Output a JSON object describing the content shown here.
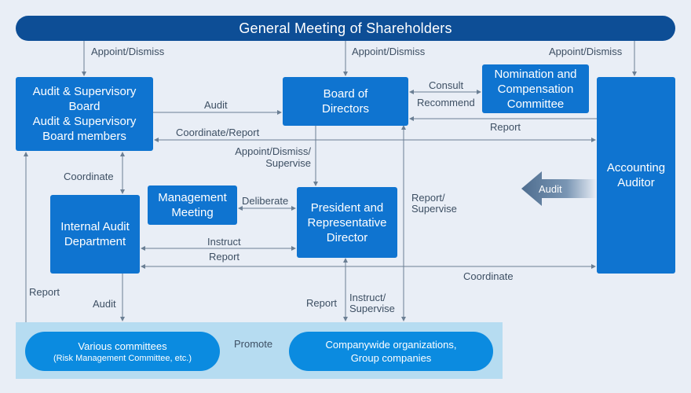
{
  "banner": {
    "title": "General Meeting of Shareholders"
  },
  "boxes": {
    "audit_board": {
      "line1": "Audit & Supervisory",
      "line2": "Board",
      "line3": "Audit & Supervisory",
      "line4": "Board members"
    },
    "board_directors": {
      "line1": "Board of",
      "line2": "Directors"
    },
    "nomination": {
      "line1": "Nomination and",
      "line2": "Compensation",
      "line3": "Committee"
    },
    "accounting_auditor": {
      "line1": "Accounting",
      "line2": "Auditor"
    },
    "internal_audit": {
      "line1": "Internal Audit",
      "line2": "Department"
    },
    "management_meeting": {
      "line1": "Management",
      "line2": "Meeting"
    },
    "president": {
      "line1": "President and",
      "line2": "Representative",
      "line3": "Director"
    }
  },
  "pills": {
    "committees": {
      "line1": "Various committees",
      "line2": "(Risk Management Committee, etc.)"
    },
    "companywide": {
      "line1": "Companywide organizations,",
      "line2": "Group companies"
    }
  },
  "labels": {
    "appoint_dismiss_1": "Appoint/Dismiss",
    "appoint_dismiss_2": "Appoint/Dismiss",
    "appoint_dismiss_3": "Appoint/Dismiss",
    "audit_top": "Audit",
    "consult": "Consult",
    "recommend": "Recommend",
    "report_right": "Report",
    "coordinate_report": "Coordinate/Report",
    "appoint_supervise_1": "Appoint/Dismiss/",
    "appoint_supervise_2": "Supervise",
    "coordinate_left": "Coordinate",
    "deliberate": "Deliberate",
    "report_supervise_1": "Report/",
    "report_supervise_2": "Supervise",
    "audit_arrow": "Audit",
    "instruct": "Instruct",
    "report_mid": "Report",
    "coordinate_bottom": "Coordinate",
    "report_left": "Report",
    "audit_bottom": "Audit",
    "report_bottom": "Report",
    "instruct_supervise_1": "Instruct/",
    "instruct_supervise_2": "Supervise",
    "promote": "Promote"
  },
  "colors": {
    "banner": "#0d4e96",
    "box": "#0f74d0",
    "pill": "#0b8be0",
    "band": "#b6dcf1",
    "background": "#e9eef6",
    "line": "#6b7f94"
  }
}
